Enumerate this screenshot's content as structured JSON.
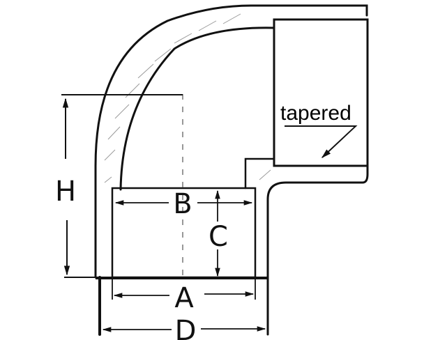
{
  "diagram": {
    "subject": "90-degree pipe elbow fitting",
    "labels": {
      "H": "H",
      "B": "B",
      "C": "C",
      "A": "A",
      "D": "D",
      "note": "tapered"
    },
    "colors": {
      "line": "#111111",
      "background": "#ffffff",
      "hatch": "#9a9a9a"
    }
  }
}
